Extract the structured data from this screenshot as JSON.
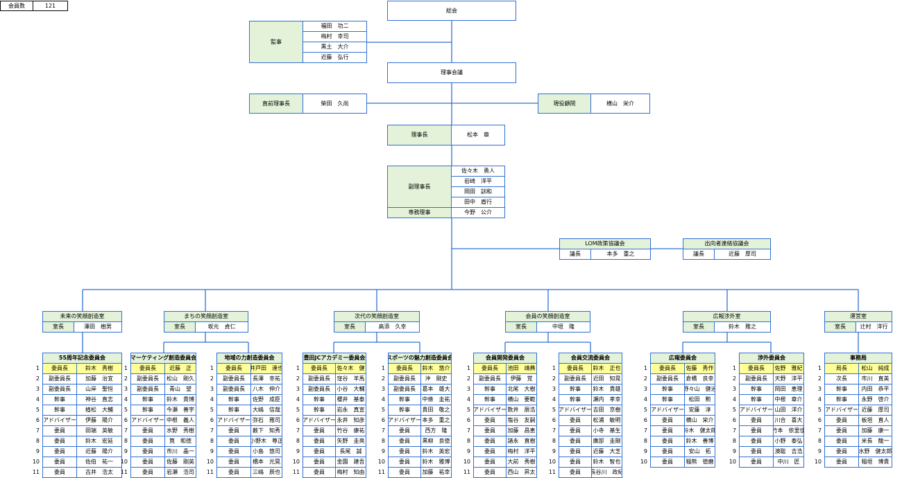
{
  "member_count": {
    "label": "会員数",
    "value": "121"
  },
  "general_assembly": "総会",
  "auditors": {
    "title": "監事",
    "names": [
      "福田　功二",
      "梅村　幸司",
      "黒土　大介",
      "近藤　弘行"
    ]
  },
  "board_meeting": "理事会議",
  "past_president": {
    "title": "直前理事長",
    "name": "柴田　久尚"
  },
  "advisor": {
    "title": "現役顧問",
    "name": "横山　栄介"
  },
  "president": {
    "title": "理事長",
    "name": "松本　章"
  },
  "vice_presidents": {
    "title": "副理事長",
    "names": [
      "佐々木　勇人",
      "岩崎　洋平",
      "岡田　訓和",
      "田中　盾行"
    ]
  },
  "executive_director": {
    "title": "専務理事",
    "name": "今野　公介"
  },
  "lom_council": {
    "title": "LOM政策協議会",
    "role": "議長",
    "name": "本多　重之"
  },
  "liaison_council": {
    "title": "出向者連絡協議会",
    "role": "議長",
    "name": "近藤　厚司"
  },
  "offices": [
    {
      "title": "未来の笑顔創造室",
      "role": "室長",
      "name": "澤田　樹男"
    },
    {
      "title": "まちの笑顔創造室",
      "role": "室長",
      "name": "坂元　貞仁"
    },
    {
      "title": "次代の笑顔創造室",
      "role": "室長",
      "name": "高添　久幸"
    },
    {
      "title": "会員の笑顔創造室",
      "role": "室長",
      "name": "中垣　隆"
    },
    {
      "title": "広報渉外室",
      "role": "室長",
      "name": "鈴木　雅之"
    },
    {
      "title": "運営室",
      "role": "室長",
      "name": "辻村　洋行"
    }
  ],
  "committees": [
    {
      "title": "55周年記念委員会",
      "rows": [
        [
          "委員長",
          "鈴木　秀樹"
        ],
        [
          "副委員長",
          "加藤　治宜"
        ],
        [
          "副委員長",
          "山岸　聖恒"
        ],
        [
          "幹事",
          "神谷　直志"
        ],
        [
          "幹事",
          "植松　大輔"
        ],
        [
          "アドバイザー",
          "伊藤　陽介"
        ],
        [
          "委員",
          "田端　英敏"
        ],
        [
          "委員",
          "鈴木　宏延"
        ],
        [
          "委員",
          "近藤　陽介"
        ],
        [
          "委員",
          "佐伯　祐一"
        ],
        [
          "委員",
          "古井　浩太"
        ]
      ]
    },
    {
      "title": "マーケティング創造委員会",
      "rows": [
        [
          "委員長",
          "近藤　正"
        ],
        [
          "副委員長",
          "松山　剛久"
        ],
        [
          "副委員長",
          "青山　望"
        ],
        [
          "幹事",
          "鈴木　貴博"
        ],
        [
          "幹事",
          "今瀬　善宇"
        ],
        [
          "アドバイザー",
          "中根　義人"
        ],
        [
          "委員",
          "水野　秀樹"
        ],
        [
          "委員",
          "筧　和徳"
        ],
        [
          "委員",
          "市川　晶一"
        ],
        [
          "委員",
          "佐藤　剛英"
        ],
        [
          "委員",
          "岩瀬　浩司"
        ]
      ]
    },
    {
      "title": "地域の力創造委員会",
      "rows": [
        [
          "委員長",
          "井戸田　達也"
        ],
        [
          "副委員長",
          "長澤　幸祐"
        ],
        [
          "副委員長",
          "八木　伸介"
        ],
        [
          "幹事",
          "佐野　成臣"
        ],
        [
          "幹事",
          "大嶋　信哉"
        ],
        [
          "アドバイザー",
          "弥石　雅司"
        ],
        [
          "委員",
          "薮下　知秀"
        ],
        [
          "委員",
          "小野木　尊正"
        ],
        [
          "委員",
          "小島　悠司"
        ],
        [
          "委員",
          "橋本　光晃"
        ],
        [
          "委員",
          "三嶋　辰也"
        ]
      ]
    },
    {
      "title": "豊田JCアカデミー委員会",
      "rows": [
        [
          "委員長",
          "佐々木　健"
        ],
        [
          "副委員長",
          "窪谷　羊馬"
        ],
        [
          "副委員長",
          "小谷　大輔"
        ],
        [
          "幹事",
          "櫻井　基泰"
        ],
        [
          "幹事",
          "岩永　真宣"
        ],
        [
          "アドバイザー",
          "永井　知彦"
        ],
        [
          "委員",
          "竹谷　康祐"
        ],
        [
          "委員",
          "矢野　圭亮"
        ],
        [
          "委員",
          "長尾　誠"
        ],
        [
          "委員",
          "金園　建吾"
        ],
        [
          "委員",
          "梅村　知由"
        ]
      ]
    },
    {
      "title": "スポーツの魅力創造委員会",
      "rows": [
        [
          "委員長",
          "鈴木　悠介"
        ],
        [
          "副委員長",
          "沖　剛史"
        ],
        [
          "副委員長",
          "葛本　雄大"
        ],
        [
          "幹事",
          "中條　圭祐"
        ],
        [
          "幹事",
          "貴田　敬之"
        ],
        [
          "アドバイザー",
          "本多　重之"
        ],
        [
          "委員",
          "西方　隆"
        ],
        [
          "委員",
          "黒柳　良徳"
        ],
        [
          "委員",
          "鈴木　英宏"
        ],
        [
          "委員",
          "鈴木　雅博"
        ],
        [
          "委員",
          "加藤　祐幸"
        ]
      ]
    },
    {
      "title": "会員開発委員会",
      "rows": [
        [
          "委員長",
          "池田　靖典"
        ],
        [
          "副委員長",
          "伊藤　覚"
        ],
        [
          "幹事",
          "北尾　大樹"
        ],
        [
          "幹事",
          "横山　要範"
        ],
        [
          "アドバイザー",
          "数井　辰浩"
        ],
        [
          "委員",
          "塩谷　友嗣"
        ],
        [
          "委員",
          "加藤　昌恵"
        ],
        [
          "委員",
          "諸永　直樹"
        ],
        [
          "委員",
          "梅村　洋平"
        ],
        [
          "委員",
          "大前　秀樹"
        ],
        [
          "委員",
          "西山　昇太"
        ]
      ]
    },
    {
      "title": "会員交流委員会",
      "rows": [
        [
          "委員長",
          "鈴木　正也"
        ],
        [
          "副委員長",
          "近田　知晃"
        ],
        [
          "幹事",
          "鈴木　貴雄"
        ],
        [
          "幹事",
          "瀬内　孝幸"
        ],
        [
          "アドバイザー",
          "吉田　京樹"
        ],
        [
          "委員",
          "松浦　敏明"
        ],
        [
          "委員",
          "小寺　基生"
        ],
        [
          "委員",
          "廣部　圭剛"
        ],
        [
          "委員",
          "近藤　大芝"
        ],
        [
          "委員",
          "鈴木　智也"
        ],
        [
          "委員",
          "長谷川　政紀"
        ]
      ]
    },
    {
      "title": "広報委員会",
      "rows": [
        [
          "委員長",
          "佐藤　秀作"
        ],
        [
          "副委員長",
          "倉橋　良幸"
        ],
        [
          "幹事",
          "野々山　健治"
        ],
        [
          "幹事",
          "松田　勲"
        ],
        [
          "アドバイザー",
          "安藤　淳"
        ],
        [
          "委員",
          "横山　栄介"
        ],
        [
          "委員",
          "鈴木　健太郎"
        ],
        [
          "委員",
          "鈴木　善博"
        ],
        [
          "委員",
          "安山　拓"
        ],
        [
          "委員",
          "稲熊　徳磨"
        ]
      ]
    },
    {
      "title": "渉外委員会",
      "rows": [
        [
          "委員長",
          "佐野　雅紀"
        ],
        [
          "副委員長",
          "天野　洋平"
        ],
        [
          "幹事",
          "岡田　恵理"
        ],
        [
          "幹事",
          "中根　章介"
        ],
        [
          "アドバイザー",
          "山田　洋介"
        ],
        [
          "委員",
          "川合　喜大"
        ],
        [
          "委員",
          "竹本　依里佳"
        ],
        [
          "委員",
          "小野　泰弘"
        ],
        [
          "委員",
          "澳聡　吉浩"
        ],
        [
          "委員",
          "中川　匠"
        ]
      ]
    },
    {
      "title": "事務局",
      "rows": [
        [
          "局長",
          "松山　純成"
        ],
        [
          "次長",
          "市川　直美"
        ],
        [
          "幹事",
          "内田　恭平"
        ],
        [
          "幹事",
          "永野　啓介"
        ],
        [
          "アドバイザー",
          "近藤　厚司"
        ],
        [
          "委員",
          "板垣　直人"
        ],
        [
          "委員",
          "加藤　康一"
        ],
        [
          "委員",
          "米長　龍一"
        ],
        [
          "委員",
          "水野　健太郎"
        ],
        [
          "委員",
          "稲垣　博貴"
        ]
      ]
    }
  ],
  "row_numbers": [
    "1",
    "2",
    "3",
    "4",
    "5",
    "6",
    "7",
    "8",
    "9",
    "10",
    "11"
  ]
}
